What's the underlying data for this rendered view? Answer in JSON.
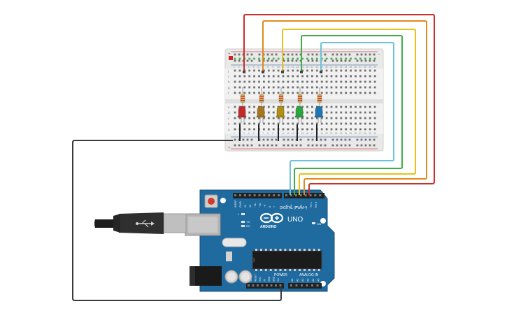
{
  "colors": {
    "wire_red": "#c9302c",
    "wire_orange": "#e08a1e",
    "wire_yellow": "#e6c21a",
    "wire_green": "#3fae49",
    "wire_blue": "#6fc3d8",
    "ground_wire": "#3a3a3a",
    "breadboard": "#e9e9e9",
    "arduino": "#1f6a9f"
  },
  "leds": [
    {
      "color_name": "red",
      "color": "#c62828"
    },
    {
      "color_name": "orange",
      "color": "#a9761d"
    },
    {
      "color_name": "yellow",
      "color": "#b58f0e"
    },
    {
      "color_name": "green",
      "color": "#26a83a"
    },
    {
      "color_name": "blue",
      "color": "#1e77b4"
    }
  ],
  "arduino": {
    "brand_text": "ARDUINO",
    "model_text": "UNO",
    "on_label": "ON",
    "tx_label": "TX",
    "rx_label": "RX",
    "l_label": "L",
    "aref_label": "AREF",
    "gnd_label": "GND",
    "digital_label": "DIGITAL (PWM~)",
    "power_label": "POWER",
    "analog_label": "ANALOG IN",
    "digital_pins": [
      "13",
      "12",
      "~11",
      "~10",
      "~9",
      "8",
      "7",
      "~6",
      "~5",
      "4",
      "~3",
      "2",
      "TX 1",
      "RX 0"
    ],
    "power_pins": [
      "IOREF",
      "RESET",
      "3.3V",
      "5V",
      "GND",
      "GND",
      "Vin"
    ],
    "analog_pins": [
      "A0",
      "A1",
      "A2",
      "A3",
      "A4",
      "A5"
    ]
  },
  "breadboard": {
    "row_letters_top": [
      "j",
      "i",
      "h",
      "g",
      "f"
    ],
    "row_letters_bottom": [
      "e",
      "d",
      "c",
      "b",
      "a"
    ],
    "plus_label": "+",
    "minus_label": "-",
    "column_numbers": [
      "1",
      "2",
      "3",
      "4",
      "5",
      "6",
      "7",
      "8",
      "9",
      "10",
      "11",
      "12",
      "13",
      "14",
      "15",
      "16",
      "17",
      "18",
      "19",
      "20",
      "21",
      "22",
      "23",
      "24",
      "25",
      "26",
      "27",
      "28",
      "29",
      "30"
    ]
  }
}
